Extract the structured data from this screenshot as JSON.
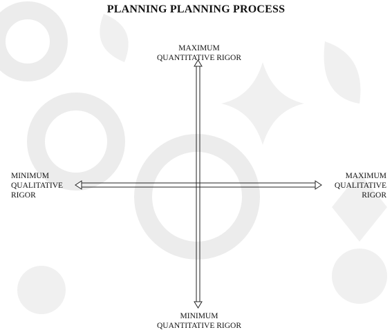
{
  "title": "PLANNING PLANNING PROCESS",
  "axes": {
    "top": {
      "lines": [
        "MAXIMUM",
        "QUANTITATIVE RIGOR"
      ]
    },
    "bottom": {
      "lines": [
        "MINIMUM",
        "QUANTITATIVE RIGOR"
      ]
    },
    "left": {
      "lines": [
        "MINIMUM",
        "QUALITATIVE",
        "RIGOR"
      ]
    },
    "right": {
      "lines": [
        "MAXIMUM",
        "QUALITATIVE",
        "RIGOR"
      ]
    }
  },
  "colors": {
    "arrow": "#222222",
    "watermark": "#e9e9e9"
  }
}
